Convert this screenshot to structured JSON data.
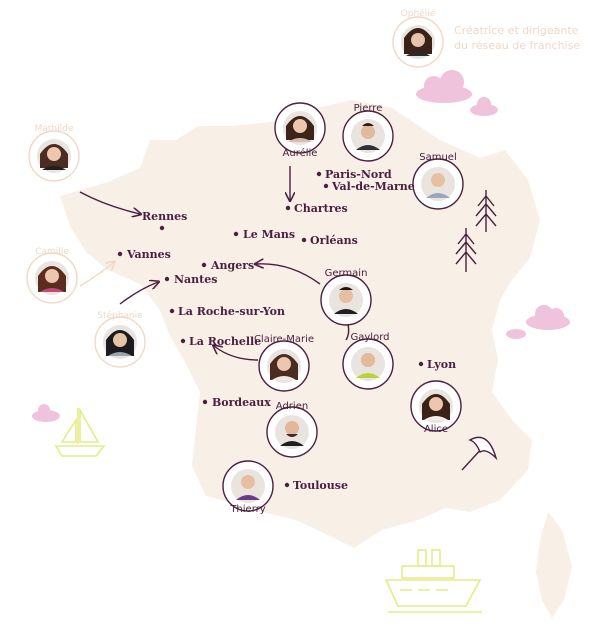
{
  "colors": {
    "land": "#f8efe6",
    "ink": "#4a2040",
    "faded": "#f1d8c4",
    "cloud": "#efc3dc",
    "boat": "#e4ec88"
  },
  "heading": {
    "lines": [
      "Créatrice et dirigeante",
      "du réseau de franchise"
    ],
    "founder_name": "Ophélie"
  },
  "cities": [
    {
      "id": "rennes",
      "name": "Rennes"
    },
    {
      "id": "vannes",
      "name": "Vannes"
    },
    {
      "id": "nantes",
      "name": "Nantes"
    },
    {
      "id": "angers",
      "name": "Angers"
    },
    {
      "id": "le-mans",
      "name": "Le Mans"
    },
    {
      "id": "chartres",
      "name": "Chartres"
    },
    {
      "id": "orleans",
      "name": "Orléans"
    },
    {
      "id": "paris-nord",
      "name": "Paris-Nord"
    },
    {
      "id": "val-de-marne",
      "name": "Val-de-Marne"
    },
    {
      "id": "la-roche-sur-yon",
      "name": "La Roche-sur-Yon"
    },
    {
      "id": "la-rochelle",
      "name": "La Rochelle"
    },
    {
      "id": "bordeaux",
      "name": "Bordeaux"
    },
    {
      "id": "toulouse",
      "name": "Toulouse"
    },
    {
      "id": "lyon",
      "name": "Lyon"
    }
  ],
  "people": [
    {
      "id": "aurelie",
      "name": "Aurélie",
      "style": "active"
    },
    {
      "id": "pierre",
      "name": "Pierre",
      "style": "active"
    },
    {
      "id": "samuel",
      "name": "Samuel",
      "style": "active"
    },
    {
      "id": "germain",
      "name": "Germain",
      "style": "active"
    },
    {
      "id": "gaylord",
      "name": "Gaylord",
      "style": "active"
    },
    {
      "id": "claire-marie",
      "name": "Claire-Marie",
      "style": "active"
    },
    {
      "id": "adrien",
      "name": "Adrien",
      "style": "active"
    },
    {
      "id": "alice",
      "name": "Alice",
      "style": "active"
    },
    {
      "id": "thierry",
      "name": "Thierry",
      "style": "active"
    },
    {
      "id": "mathilde",
      "name": "Mathilde",
      "style": "faded"
    },
    {
      "id": "camille",
      "name": "Camille",
      "style": "faded"
    },
    {
      "id": "stephanie",
      "name": "Stéphanie",
      "style": "faded"
    },
    {
      "id": "ophelie",
      "name": "Ophélie",
      "style": "faded"
    }
  ]
}
